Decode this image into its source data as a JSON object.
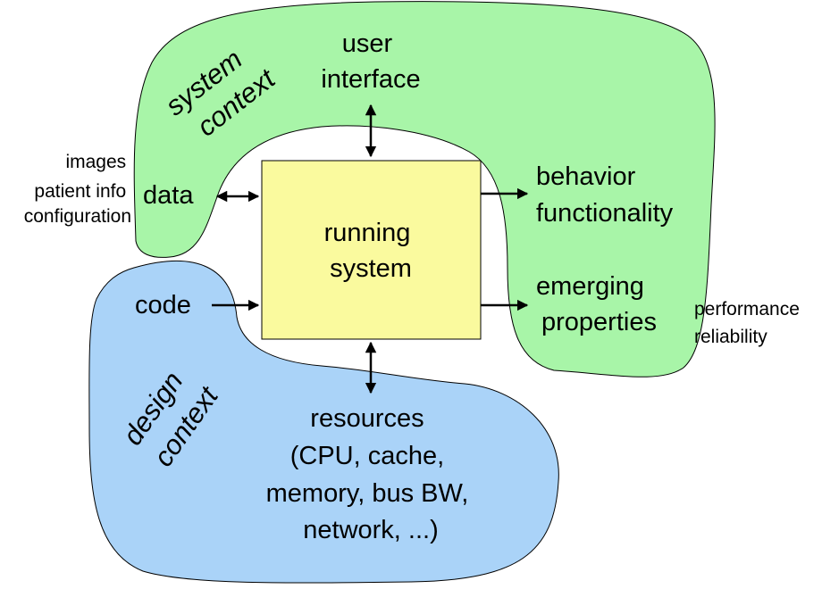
{
  "colors": {
    "system_fill": "#a8f5a8",
    "design_fill": "#aad3f8",
    "box_fill": "#fafa9e",
    "stroke": "#000000",
    "system_context_text": "#0a9a0a",
    "design_context_text": "#0b0bd8",
    "side_notes_text": "#0b0bd8"
  },
  "box": {
    "lines": [
      "running",
      "system"
    ]
  },
  "system_context": {
    "lines": [
      "system",
      "context"
    ]
  },
  "design_context": {
    "lines": [
      "design",
      "context"
    ]
  },
  "inputs_outputs": {
    "user_interface": [
      "user",
      "interface"
    ],
    "data": "data",
    "behavior": [
      "behavior",
      "functionality"
    ],
    "emerging": [
      "emerging",
      "properties"
    ],
    "code": "code",
    "resources": [
      "resources",
      "(CPU, cache,",
      "memory, bus BW,",
      "network, ...)"
    ]
  },
  "notes": {
    "data_examples": [
      "images",
      "patient info",
      "configuration"
    ],
    "emerging_examples": [
      "performance",
      "reliability"
    ]
  }
}
